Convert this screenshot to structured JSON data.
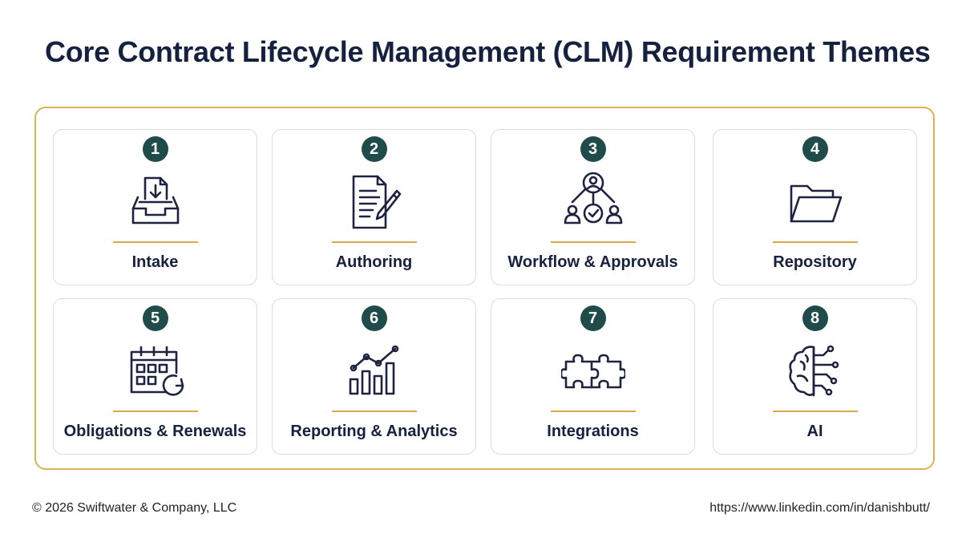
{
  "title": "Core Contract Lifecycle Management (CLM) Requirement Themes",
  "themes": [
    {
      "number": "1",
      "label": "Intake",
      "icon": "inbox-tray-icon"
    },
    {
      "number": "2",
      "label": "Authoring",
      "icon": "document-pencil-icon"
    },
    {
      "number": "3",
      "label": "Workflow & Approvals",
      "icon": "people-network-check-icon"
    },
    {
      "number": "4",
      "label": "Repository",
      "icon": "folder-icon"
    },
    {
      "number": "5",
      "label": "Obligations & Renewals",
      "icon": "calendar-refresh-icon"
    },
    {
      "number": "6",
      "label": "Reporting & Analytics",
      "icon": "bar-line-chart-icon"
    },
    {
      "number": "7",
      "label": "Integrations",
      "icon": "puzzle-icon"
    },
    {
      "number": "8",
      "label": "AI",
      "icon": "brain-circuit-icon"
    }
  ],
  "footer": {
    "copyright": "© 2026 Swiftwater & Company, LLC",
    "link": "https://www.linkedin.com/in/danishbutt/"
  },
  "colors": {
    "title": "#15213f",
    "badge": "#1f4b4a",
    "accent": "#d9a94a",
    "frame": "#d9b25e"
  }
}
